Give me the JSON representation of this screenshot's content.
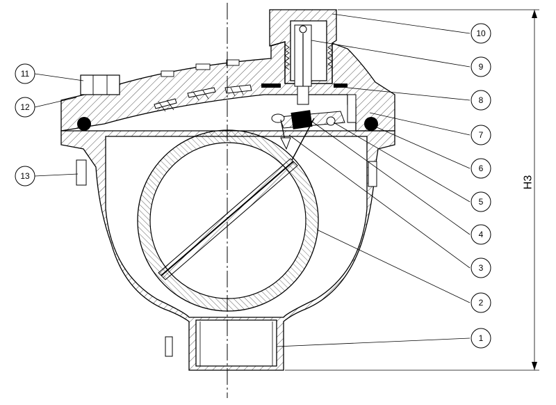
{
  "drawing": {
    "dimension_label": "H3",
    "callouts": [
      {
        "id": "1",
        "label": "1"
      },
      {
        "id": "2",
        "label": "2"
      },
      {
        "id": "3",
        "label": "3"
      },
      {
        "id": "4",
        "label": "4"
      },
      {
        "id": "5",
        "label": "5"
      },
      {
        "id": "6",
        "label": "6"
      },
      {
        "id": "7",
        "label": "7"
      },
      {
        "id": "8",
        "label": "8"
      },
      {
        "id": "9",
        "label": "9"
      },
      {
        "id": "10",
        "label": "10"
      },
      {
        "id": "11",
        "label": "11"
      },
      {
        "id": "12",
        "label": "12"
      },
      {
        "id": "13",
        "label": "13"
      }
    ]
  }
}
